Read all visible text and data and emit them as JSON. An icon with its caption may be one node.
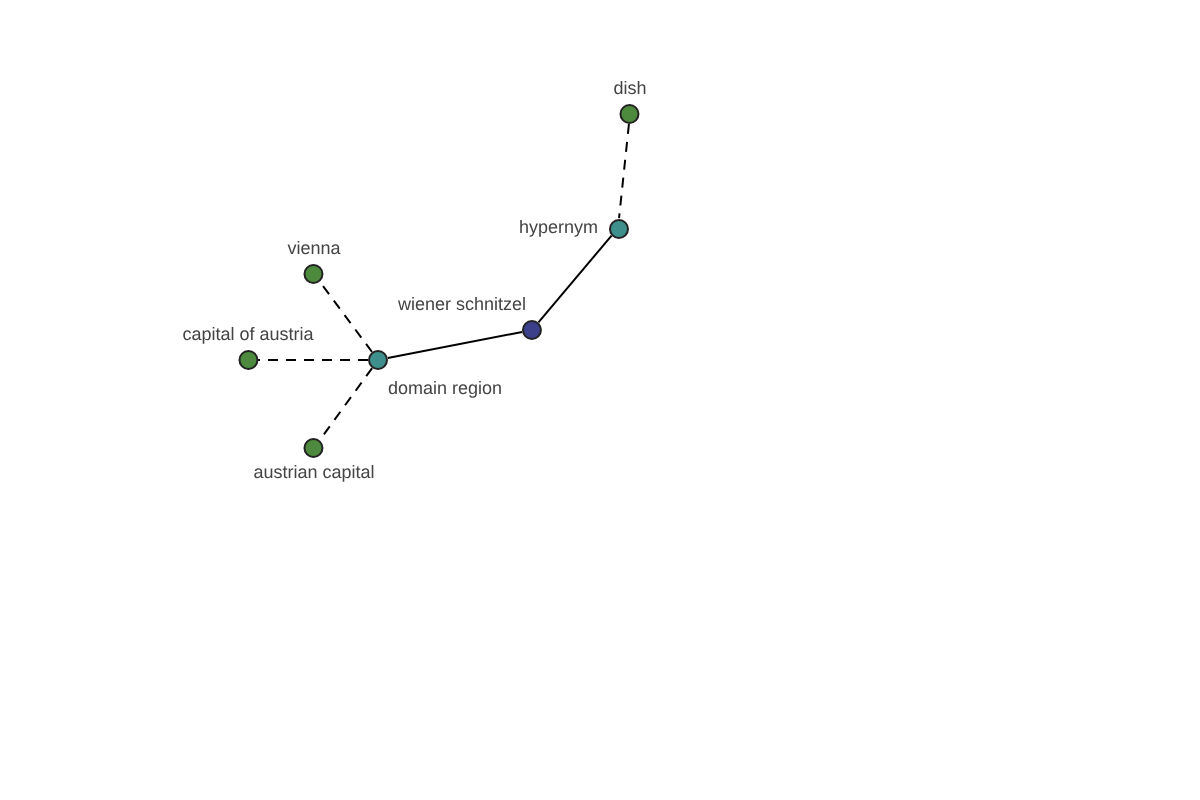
{
  "diagram": {
    "nodes": [
      {
        "text": [
          "dish"
        ]
      },
      {
        "text": [
          "hypernym"
        ]
      },
      {
        "text": [
          "wiener schnitzel"
        ]
      },
      {
        "text": [
          "domain region"
        ]
      },
      {
        "text": [
          "vienna"
        ]
      },
      {
        "text": [
          "capital of austria"
        ]
      },
      {
        "text": [
          "austrian capital"
        ]
      }
    ],
    "edges": [
      {
        "from": 0,
        "to": 1,
        "arrow": "none",
        "style": "dashed"
      },
      {
        "from": 1,
        "to": 2,
        "arrow": "none"
      },
      {
        "from": 2,
        "to": 3,
        "arrow": "none"
      },
      {
        "from": 3,
        "to": 4,
        "arrow": "none",
        "style": "dashed"
      },
      {
        "from": 3,
        "to": 5,
        "arrow": "none",
        "style": "dashed"
      },
      {
        "from": 3,
        "to": 6,
        "arrow": "none",
        "style": "dashed"
      }
    ]
  }
}
